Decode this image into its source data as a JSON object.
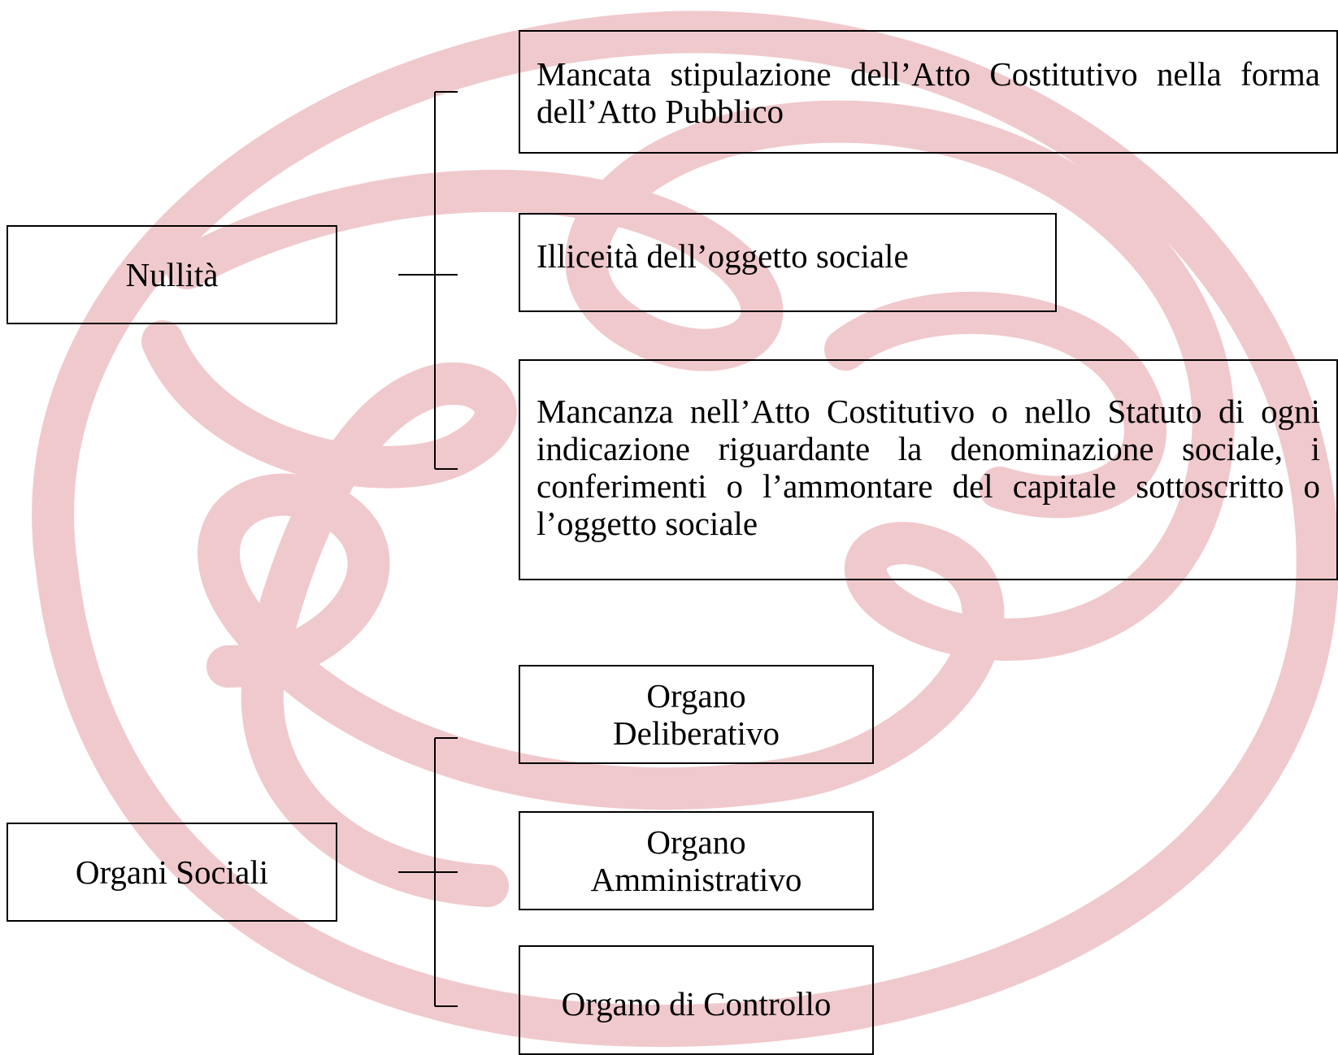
{
  "diagram": {
    "groups": [
      {
        "label": "Nullità",
        "children": [
          "Mancata stipulazione dell’Atto Costitutivo nella forma dell’Atto Pubblico",
          "Illiceità dell’oggetto sociale",
          "Mancanza nell’Atto Costitutivo o nello Statuto di ogni indicazione riguardante la denominazione sociale, i conferimenti o l’ammontare del capitale sottoscritto o l’oggetto sociale"
        ]
      },
      {
        "label": "Organi Sociali",
        "children": [
          {
            "line1": "Organo",
            "line2": "Deliberativo"
          },
          {
            "line1": "Organo",
            "line2": "Amministrativo"
          },
          "Organo di Controllo"
        ]
      }
    ]
  },
  "colors": {
    "watermark": "#f0c9cc",
    "lines": "#000000",
    "text": "#000000"
  },
  "icons": {
    "background": "looped-ribbon-watermark"
  }
}
